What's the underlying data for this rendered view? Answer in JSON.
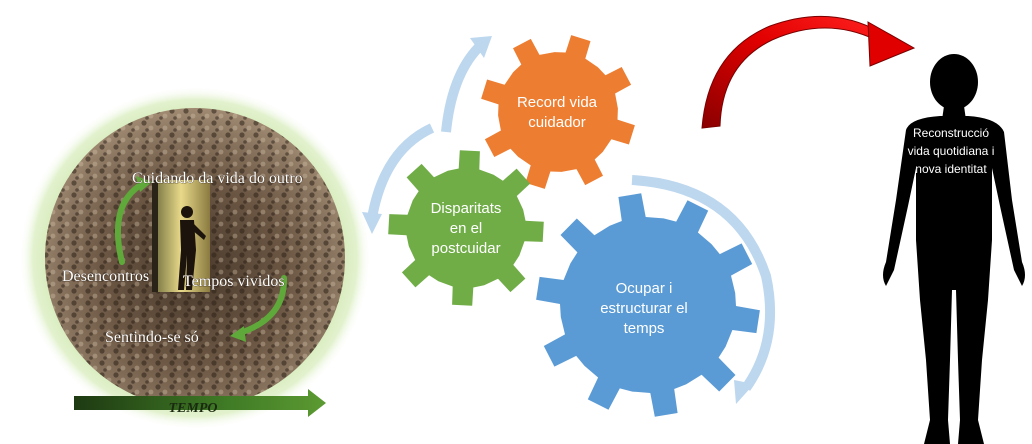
{
  "photo": {
    "labels": {
      "top": "Cuidando da vida do outro",
      "left": "Desencontros",
      "right": "Tempos vividos",
      "bottom": "Sentindo-se só"
    },
    "time_arrow_label": "TEMPO"
  },
  "gears": {
    "orange": {
      "lines": [
        "Record vida",
        "cuidador"
      ],
      "color": "#ED7D31"
    },
    "green": {
      "lines": [
        "Disparitats",
        "en el",
        "postcuidar"
      ],
      "color": "#70AD47"
    },
    "blue": {
      "lines": [
        "Ocupar i",
        "estructurar el",
        "temps"
      ],
      "color": "#5B9BD5"
    }
  },
  "person": {
    "lines": [
      "Reconstrucció",
      "vida quotidiana i",
      "nova identitat"
    ]
  },
  "colors": {
    "cycle_arrow": "#BDD7EE",
    "curved_arrow": "#C00000",
    "glow": "#A9D18E"
  }
}
